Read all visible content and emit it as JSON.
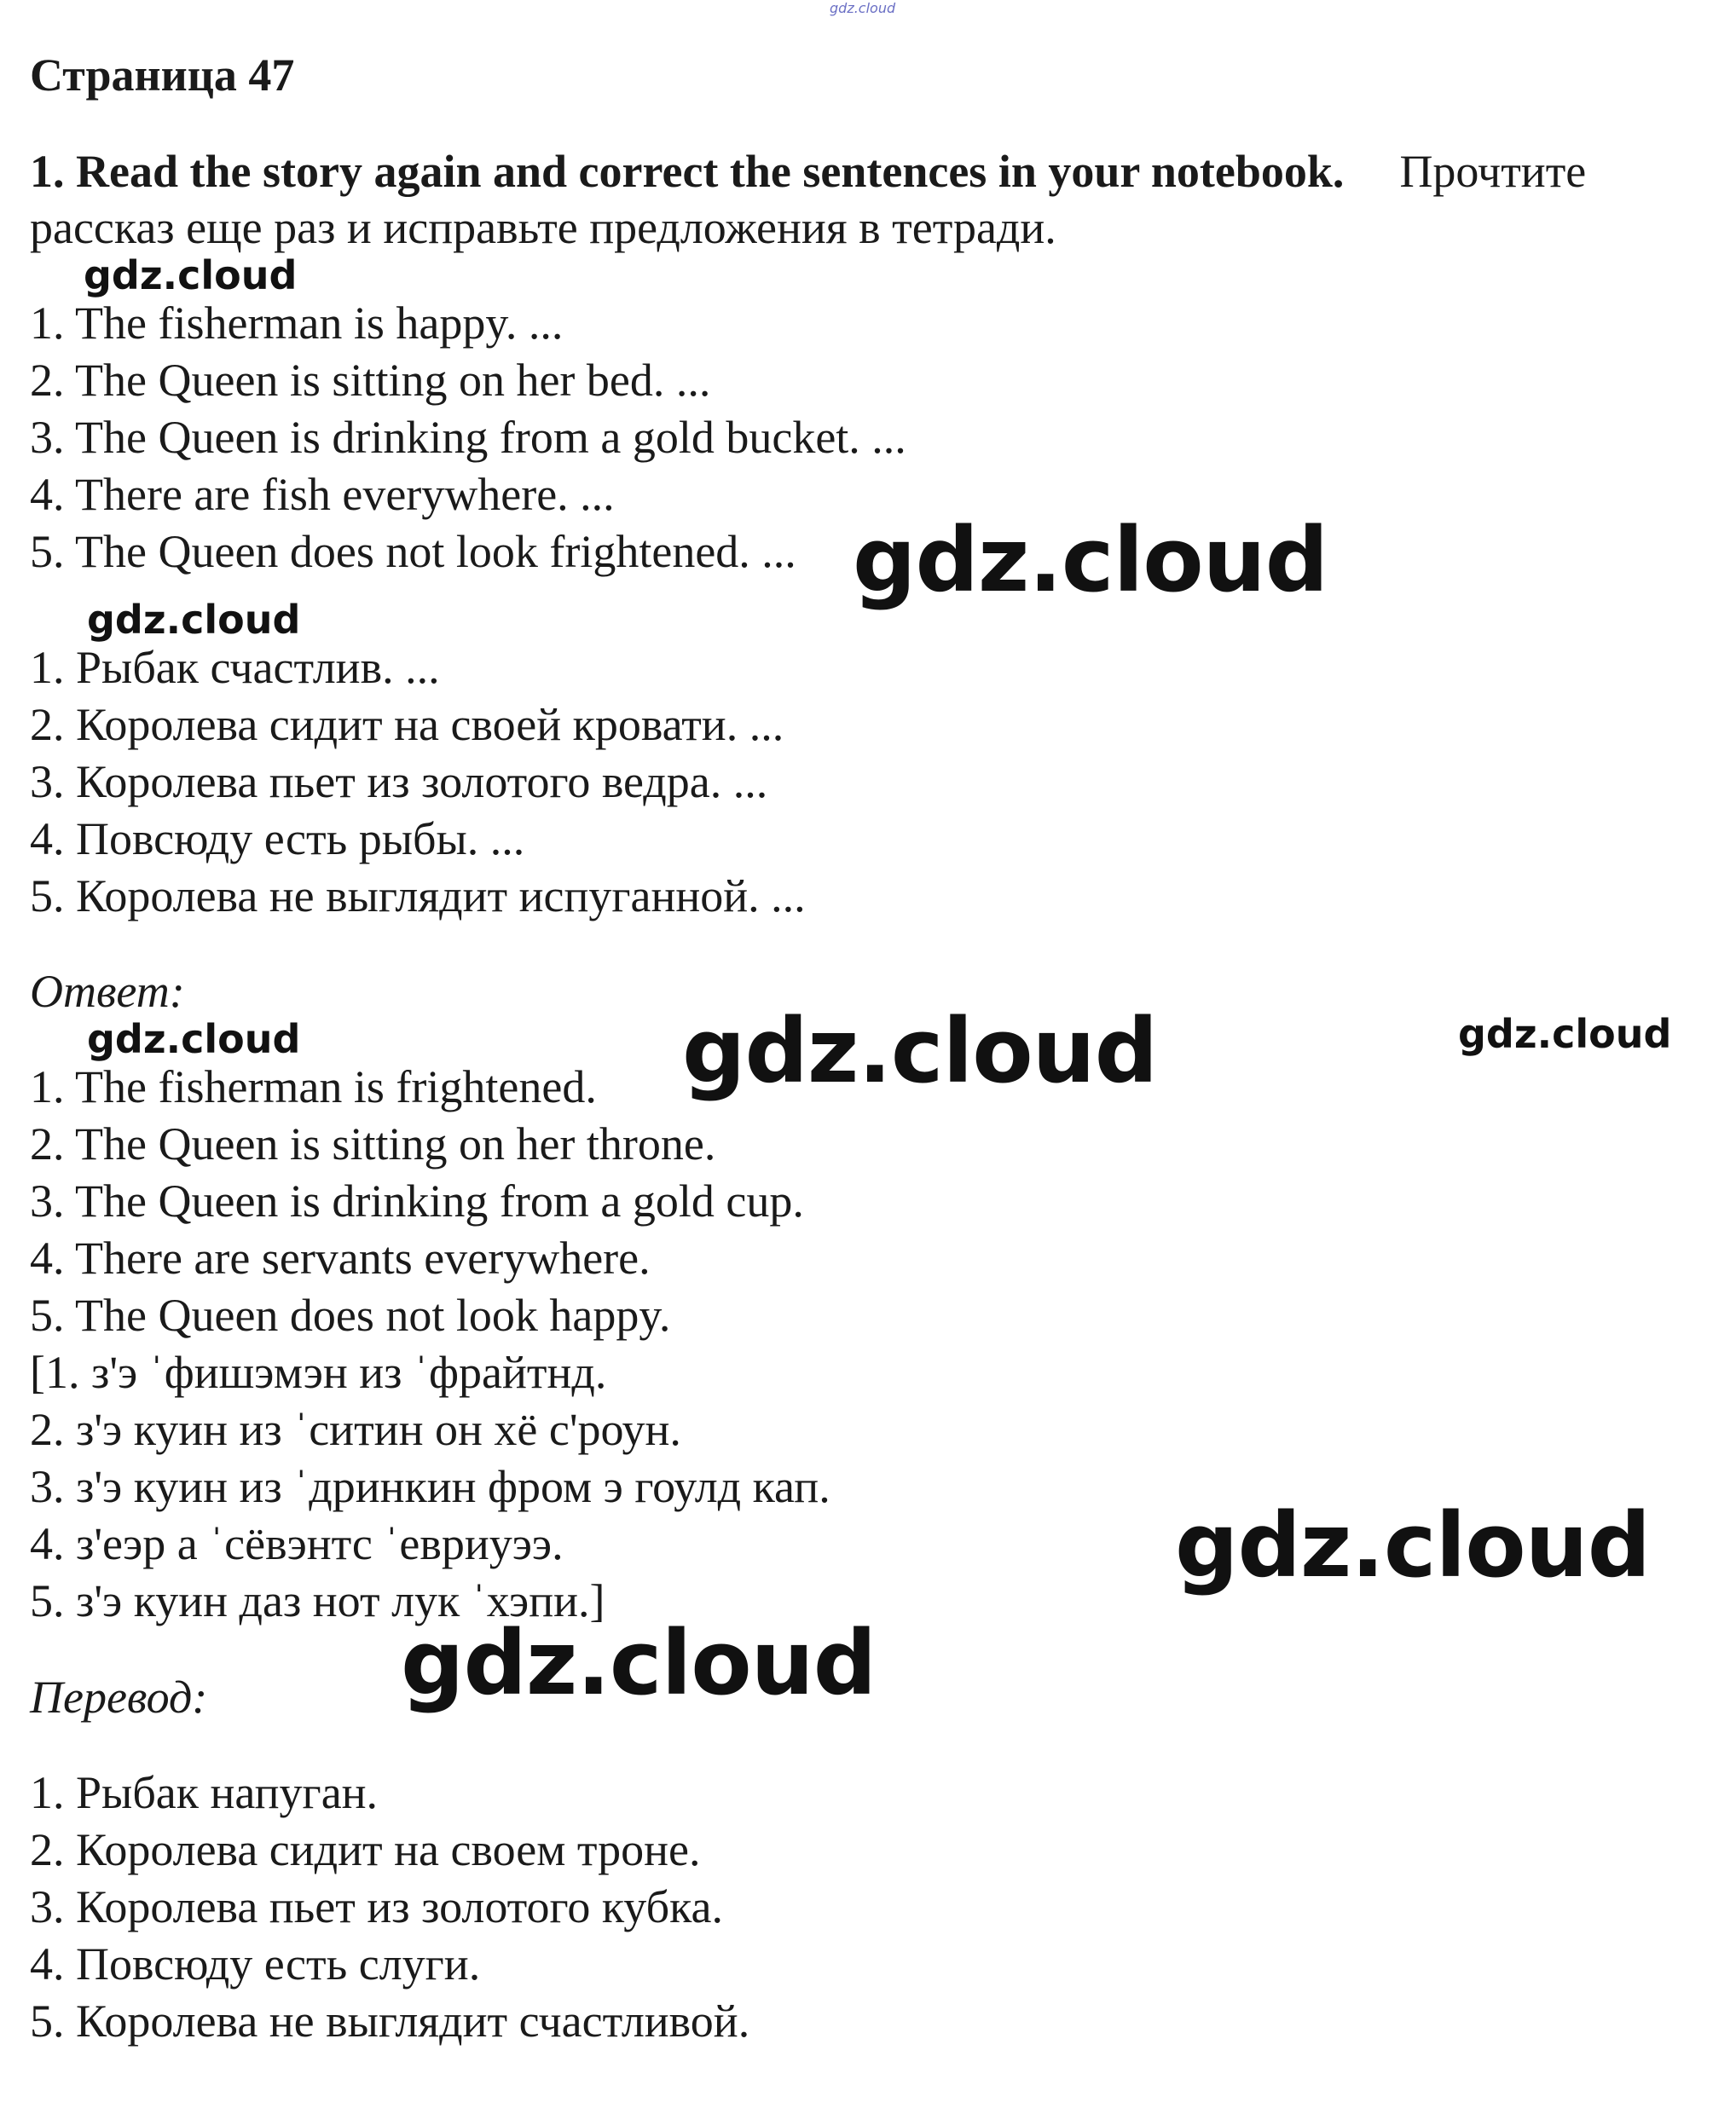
{
  "page_title": "Страница 47",
  "task": {
    "heading_en": "1. Read the story again and correct the sentences in your notebook.",
    "heading_ru_part1": "Прочтите",
    "heading_ru_part2": "рассказ еще раз и исправьте предложения в тетради."
  },
  "sentences_en": [
    "1. The fisherman is happy. ...",
    "2. The Queen is sitting on her bed. ...",
    "3. The Queen is drinking from a gold bucket. ...",
    "4. There are fish everywhere. ...",
    "5. The Queen does not look frightened. ..."
  ],
  "sentences_ru": [
    "1. Рыбак счастлив. ...",
    "2. Королева сидит на своей кровати. ...",
    "3. Королева пьет из золотого ведра. ...",
    "4. Повсюду есть рыбы. ...",
    "5. Королева не выглядит испуганной. ..."
  ],
  "answer_label": "Ответ:",
  "answers_en": [
    "1. The fisherman is frightened.",
    "2. The Queen is sitting on her throne.",
    "3. The Queen is drinking from a gold cup.",
    "4. There are servants everywhere.",
    "5. The Queen does not look happy."
  ],
  "transcription": [
    "[1. з'э ˈфишэмэн из ˈфрайтнд.",
    "2. з'э куин из ˈситин он хё с'роун.",
    "3. з'э куин из ˈдринкин фром э гоулд кап.",
    "4. з'еэр а ˈсёвэнтс ˈевриуээ.",
    "5. з'э куин даз нот лук ˈхэпи.]"
  ],
  "translation_label": "Перевод:",
  "translation_ru": [
    "1. Рыбак напуган.",
    "2. Королева сидит на своем троне.",
    "3. Королева пьет из золотого кубка.",
    "4. Повсюду есть слуги.",
    "5. Королева не выглядит счастливой."
  ],
  "watermark_text": "gdz.cloud"
}
